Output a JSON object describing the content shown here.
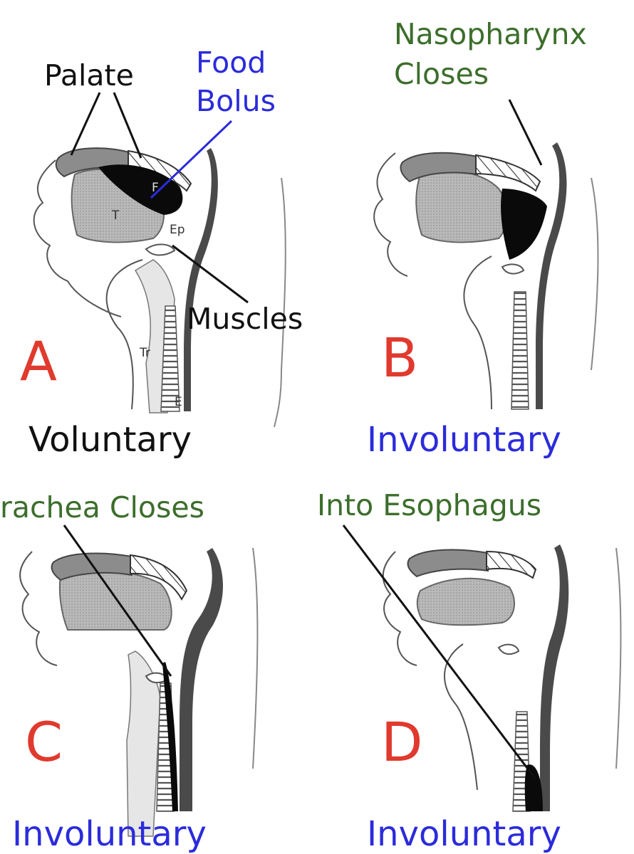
{
  "colors": {
    "callout_black": "#111111",
    "callout_blue": "#2b2bdc",
    "callout_green": "#3c6e2c",
    "panel_letter": "#e03a2e",
    "mode_black": "#111111",
    "mode_blue": "#2b2bdc",
    "palate_fill": "#8c8c8c",
    "tongue_fill": "#bdbdbd",
    "bolus_fill": "#0a0a0a",
    "wall_fill": "#4a4a4a"
  },
  "panels": [
    {
      "letter": "A",
      "mode": "Voluntary",
      "callouts": [
        {
          "text": "Palate"
        },
        {
          "text_line1": "Food",
          "text_line2": "Bolus"
        },
        {
          "text": "Muscles"
        }
      ],
      "anatomy_labels": {
        "tongue": "T",
        "bolus": "F",
        "epiglottis": "Ep",
        "trachea": "Tr",
        "esophagus": "E"
      }
    },
    {
      "letter": "B",
      "mode": "Involuntary",
      "callouts": [
        {
          "text_line1": "Nasopharynx",
          "text_line2": "Closes"
        }
      ]
    },
    {
      "letter": "C",
      "mode": "Involuntary",
      "callouts": [
        {
          "text": "rachea Closes"
        }
      ]
    },
    {
      "letter": "D",
      "mode": "Involuntary",
      "callouts": [
        {
          "text": "Into Esophagus"
        }
      ]
    }
  ]
}
